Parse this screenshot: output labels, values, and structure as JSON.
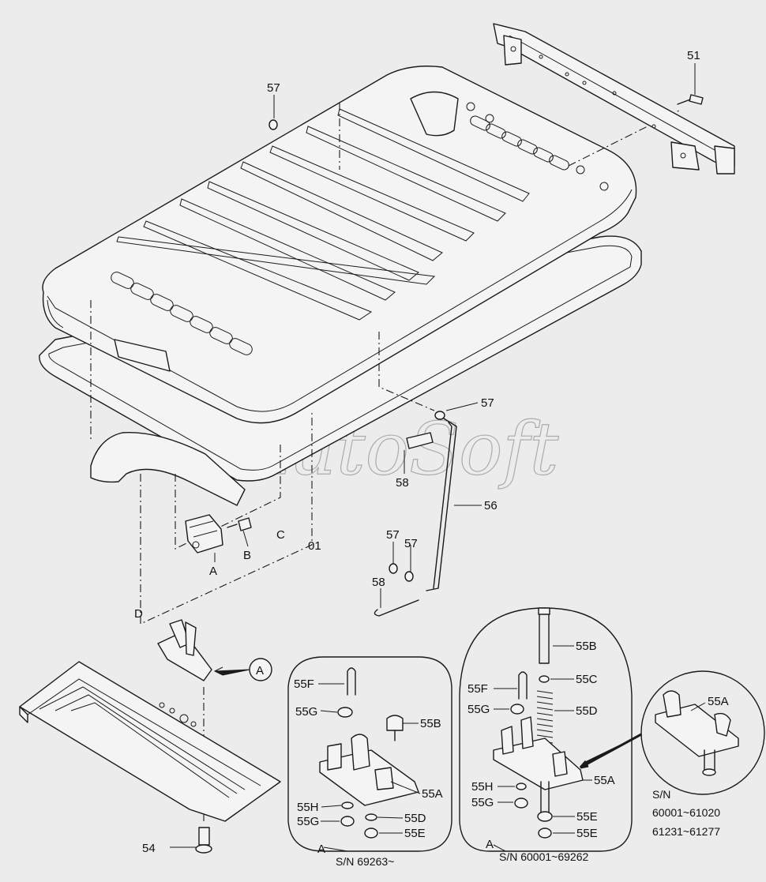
{
  "watermark": "AutoSoft",
  "callouts": {
    "l51": "51",
    "l57_top": "57",
    "l57_rod": "57",
    "l58_upper": "58",
    "l56": "56",
    "l57_a": "57",
    "l57_b": "57",
    "l58_lower": "58",
    "lA": "A",
    "lB": "B",
    "lC": "C",
    "l01": "01",
    "lD": "D",
    "l54": "54",
    "lA_circle": "A"
  },
  "detail_left": {
    "l55F": "55F",
    "l55G_1": "55G",
    "l55B": "55B",
    "l55A": "55A",
    "l55H": "55H",
    "l55D": "55D",
    "l55G_2": "55G",
    "l55E": "55E",
    "lA": "A",
    "sn": "S/N  69263~"
  },
  "detail_mid": {
    "l55B": "55B",
    "l55F": "55F",
    "l55C": "55C",
    "l55G_1": "55G",
    "l55D": "55D",
    "l55A": "55A",
    "l55H": "55H",
    "l55G_2": "55G",
    "l55E_1": "55E",
    "l55E_2": "55E",
    "lA": "A",
    "sn": "S/N  60001~69262"
  },
  "detail_right": {
    "l55A": "55A",
    "sn_label": "S/N",
    "sn_range_1": "60001~61020",
    "sn_range_2": "61231~61277"
  }
}
